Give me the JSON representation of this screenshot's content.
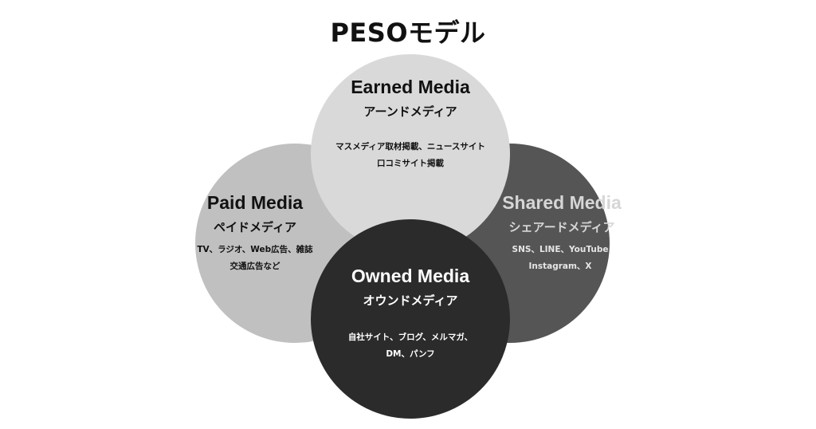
{
  "title": "PESOモデル",
  "circles": {
    "earned": {
      "en": "Earned Media",
      "jp": "アーンドメディア",
      "desc_line1": "マスメディア取材掲載、ニュースサイト",
      "desc_line2": "口コミサイト掲載",
      "color": "#d9d9d9"
    },
    "paid": {
      "en": "Paid Media",
      "jp": "ペイドメディア",
      "desc_line1": "TV、ラジオ、Web広告、雑誌",
      "desc_line2": "交通広告など",
      "color": "#c0c0c0"
    },
    "shared": {
      "en": "Shared Media",
      "jp": "シェアードメディア",
      "desc_line1": "SNS、LINE、YouTube",
      "desc_line2": "Instagram、X",
      "color": "#555555"
    },
    "owned": {
      "en": "Owned Media",
      "jp": "オウンドメディア",
      "desc_line1": "自社サイト、ブログ、メルマガ、",
      "desc_line2": "DM、パンフ",
      "color": "#2b2b2b"
    }
  }
}
